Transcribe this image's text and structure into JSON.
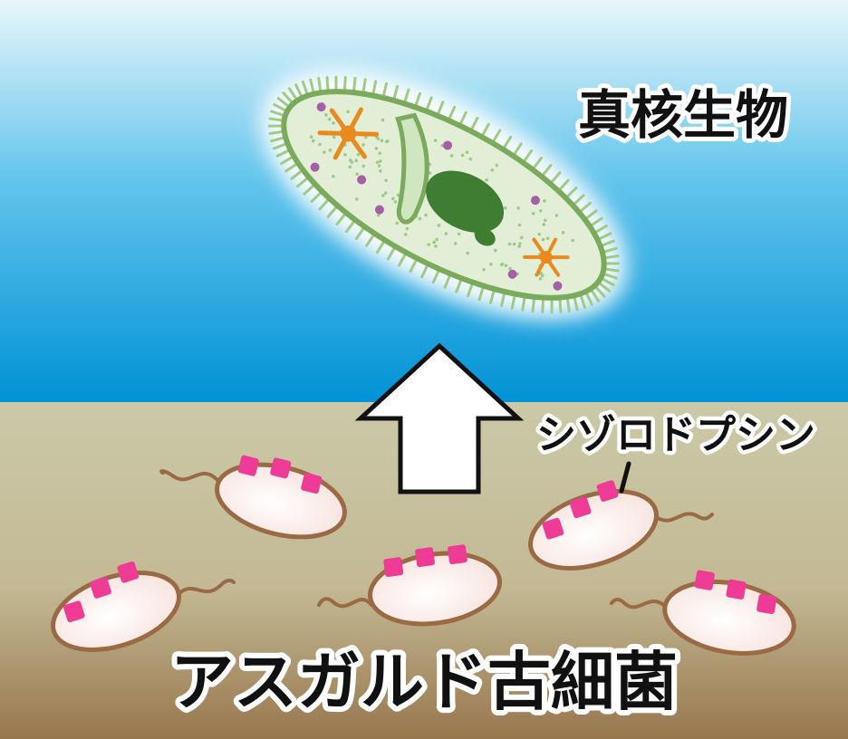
{
  "labels": {
    "eukaryote": "真核生物",
    "archaea": "アスガルド古細菌",
    "protein": "シゾロドプシン"
  },
  "colors": {
    "water_top": "#dff3fa",
    "water_bottom": "#0096d8",
    "sediment_top": "#c9c7a4",
    "sediment_bottom": "#9a7a52",
    "cell_body": "#fbeeea",
    "cell_outline": "#9a6a44",
    "rhodopsin": "#ee3c96",
    "paramecium_body": "#e3f0d8",
    "paramecium_outline": "#7aaa5c",
    "nucleus": "#3f7d32",
    "contractile_vacuole": "#e88a1e",
    "arrow_fill": "#ffffff",
    "arrow_outline": "#111111"
  }
}
